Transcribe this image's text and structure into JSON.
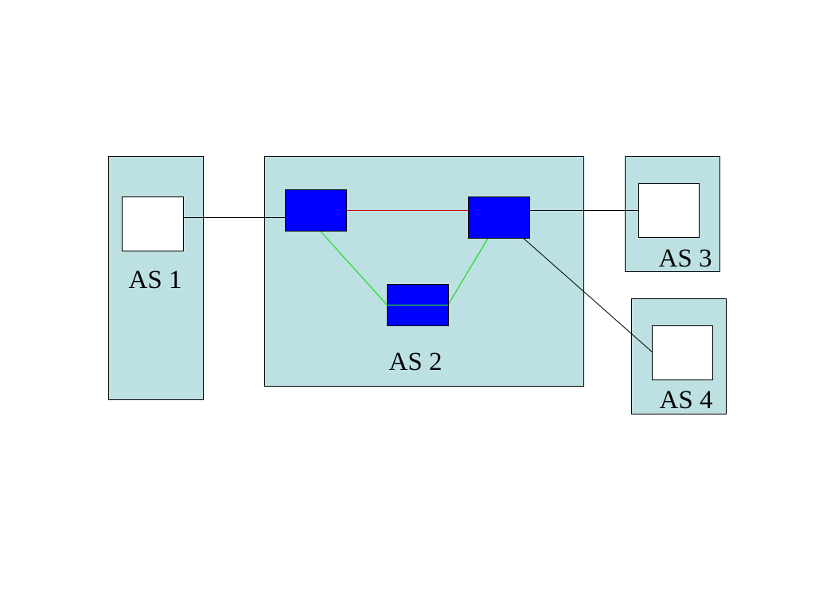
{
  "colors": {
    "as_fill": "#bde0e3",
    "node_fill": "#0000ff",
    "router_fill": "#ffffff",
    "outline": "#000000",
    "internal_link_red": "#d40000",
    "internal_link_green": "#22dd22",
    "external_link": "#000000"
  },
  "autonomous_systems": {
    "as1": {
      "label": "AS 1"
    },
    "as2": {
      "label": "AS 2"
    },
    "as3": {
      "label": "AS 3"
    },
    "as4": {
      "label": "AS 4"
    }
  }
}
